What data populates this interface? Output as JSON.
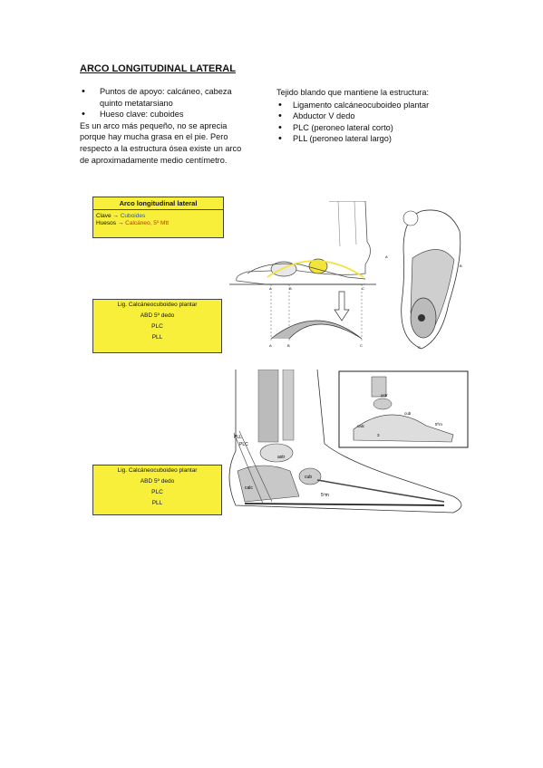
{
  "title": "ARCO LONGITUDINAL LATERAL",
  "left": {
    "bullets": [
      "Puntos de apoyo: calcáneo, cabeza",
      "quinto metatarsiano",
      "Hueso clave: cuboides"
    ],
    "paragraph": [
      "Es un arco más pequeño, no se aprecia",
      "porque hay mucha grasa en el pie. Pero",
      "respecto a la estructura ósea existe un arco",
      "de aproximadamente medio centímetro."
    ]
  },
  "right": {
    "intro": "Tejido blando que mantiene la estructura:",
    "bullets": [
      "Ligamento calcáneocuboideo plantar",
      "Abductor V dedo",
      "PLC (peroneo lateral corto)",
      "PLL (peroneo lateral largo)"
    ]
  },
  "box1": {
    "heading": "Arco longitudinal lateral",
    "clave_prefix": "Clave → ",
    "clave_value": "Cuboides",
    "huesos_prefix": "Huesos → ",
    "huesos_value": "Calcáneo, 5º Mtt"
  },
  "box2": {
    "lines": [
      "Lig. Calcáneocuboideo plantar",
      "ABD 5º dedo",
      "PLC",
      "PLL"
    ]
  },
  "box3": {
    "lines": [
      "Lig. Calcáneocuboideo plantar",
      "ABD 5º dedo",
      "PLC",
      "PLL"
    ]
  },
  "figure_labels": {
    "a": "A",
    "b": "B",
    "c": "C",
    "astr": "astr",
    "calc": "calc",
    "cub": "cub",
    "5m": "5ºm",
    "3": "3",
    "plc": "PLC",
    "pll": "PLL"
  },
  "colors": {
    "highlight": "#f7ef3a",
    "red": "#d42b1e",
    "blue": "#2855c8",
    "bone_yellow": "#f2e43a"
  }
}
